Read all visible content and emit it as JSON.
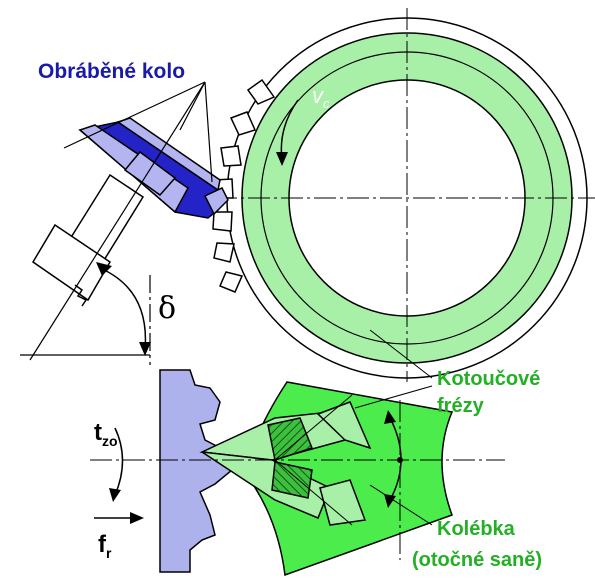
{
  "labels": {
    "workpiece": "Obráběné kolo",
    "cutters_line1": "Kotoučové",
    "cutters_line2": "frézy",
    "cradle_line1": "Kolébka",
    "cradle_line2": "(otočné saně)",
    "velocity_symbol": "v",
    "velocity_sub": "c",
    "angle_symbol": "δ",
    "tooth_symbol": "t",
    "tooth_sub": "zo",
    "feed_symbol": "f",
    "feed_sub": "r"
  },
  "colors": {
    "cutter_green": "#a8f0a8",
    "cradle_green": "#4dec4d",
    "workpiece_blue": "#2323c8",
    "workpiece_light": "#b4b4f0",
    "gear_rack": "#aeb2ec",
    "label_blue": "#1a1aa8",
    "label_green": "#22b024"
  }
}
